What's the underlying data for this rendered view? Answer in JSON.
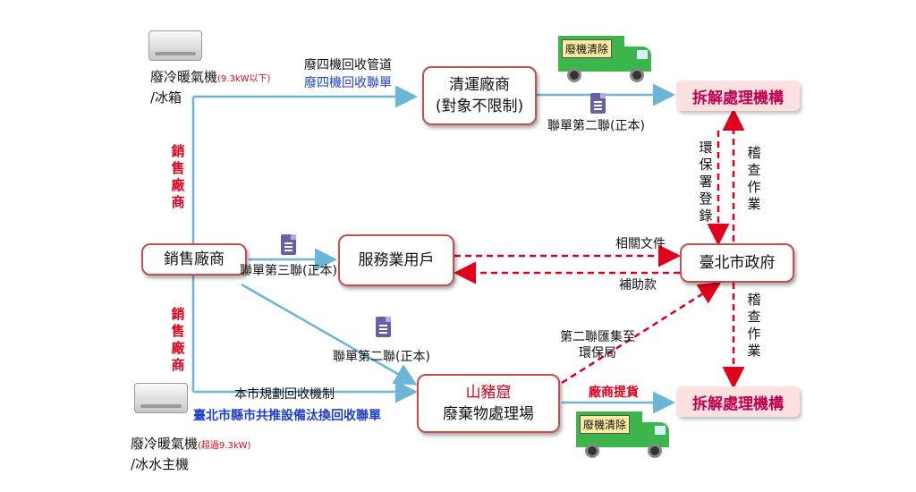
{
  "top_source": {
    "line1": "廢冷暖氣機",
    "note": "(9.3kW以下)",
    "line2": "/冰箱"
  },
  "bottom_source": {
    "line1": "廢冷暖氣機",
    "note": "(超過9.3kW)",
    "line2": "/冰水主機"
  },
  "vertical_top": [
    "銷",
    "售",
    "廠",
    "商"
  ],
  "vertical_bottom": [
    "銷",
    "售",
    "廠",
    "商"
  ],
  "vertical_epa": [
    "環",
    "保",
    "署",
    "登",
    "錄"
  ],
  "vertical_audit_top": [
    "稽",
    "查",
    "作",
    "業"
  ],
  "vertical_audit_bottom": [
    "稽",
    "查",
    "作",
    "業"
  ],
  "top_route": {
    "label1": "廢四機回收管道",
    "label2": "廢四機回收聯單"
  },
  "qingyun": {
    "line1": "清運廠商",
    "line2": "(對象不限制)"
  },
  "copy2_top": "聯單第二聯(正本)",
  "truck_top_sign": "廢機清除",
  "truck_bottom_sign": "廢機清除",
  "dismantle_top": "拆解處理機構",
  "dismantle_bottom": "拆解處理機構",
  "seller": "銷售廠商",
  "copy3": "聯單第三聯(正本)",
  "user": "服務業用戶",
  "related_docs": "相關文件",
  "subsidy": "補助款",
  "taipei": "臺北市政府",
  "copy2_mid": "聯單第二聯(正本)",
  "submit_epb": {
    "line1": "第二聯匯集至",
    "line2": "環保局"
  },
  "bottom_route": {
    "label1": "本市規劃回收機制",
    "label2": "臺北市縣市共推設備汰換回收聯單"
  },
  "shanzhu": {
    "line1": "山豬窟",
    "line2": "廢棄物處理場"
  },
  "vendor_pickup": "廠商提貨"
}
